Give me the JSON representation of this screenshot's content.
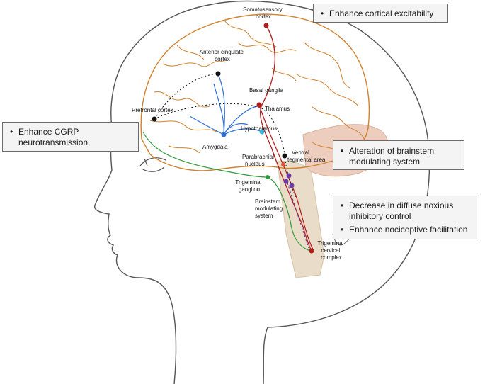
{
  "callouts": {
    "cortical": [
      "Enhance cortical excitability"
    ],
    "cgrp": [
      "Enhance CGRP neurotransmission"
    ],
    "brainstem": [
      "Alteration of brainstem modulating system"
    ],
    "control": [
      "Decrease in diffuse noxious inhibitory control",
      "Enhance nociceptive facilitation"
    ]
  },
  "labels": {
    "somatosensory": [
      "Somatosensory",
      "cortex"
    ],
    "anterior_cingulate": [
      "Anterior cingulate",
      "cortex"
    ],
    "basal_ganglia": "Basal ganglia",
    "thalamus": "Thalamus",
    "prefrontal": "Prefrontal cortex",
    "hypothalamus": "Hypothalamus",
    "amygdala": "Amygdala",
    "ventral_tegmental": [
      "Ventral",
      "tegmental area"
    ],
    "parabrachial": [
      "Parabrachial",
      "nucleus"
    ],
    "trigeminal_ganglion": [
      "Trigeminal",
      "ganglion"
    ],
    "brainstem_modulating": [
      "Brainstem",
      "modulating",
      "system"
    ],
    "trigeminal_cervical": [
      "Trigeminal",
      "cervical",
      "complex"
    ]
  },
  "colors": {
    "brain_outline": "#d0822e",
    "pathway_red": "#b01c1c",
    "pathway_blue": "#2f6fd6",
    "pathway_green": "#2e9a3a",
    "pathway_purple": "#6b3aa8",
    "brainstem_fill": "#e9dcc8",
    "cerebellum_fill": "#eac8b8",
    "head_outline": "#555555"
  }
}
